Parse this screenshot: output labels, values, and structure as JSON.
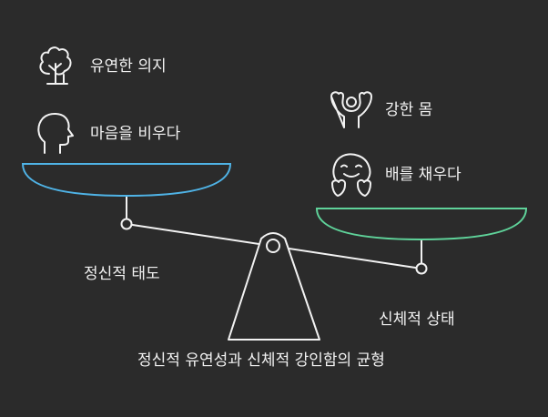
{
  "left_pan": {
    "items": [
      {
        "icon": "tree-icon",
        "label": "유연한 의지"
      },
      {
        "icon": "head-profile-icon",
        "label": "마음을 비우다"
      }
    ],
    "caption": "정신적 태도",
    "color": "#4fb3e6"
  },
  "right_pan": {
    "items": [
      {
        "icon": "flexing-arms-icon",
        "label": "강한 몸"
      },
      {
        "icon": "happy-face-icon",
        "label": "배를 채우다"
      }
    ],
    "caption": "신체적 상태",
    "color": "#5fd39a"
  },
  "title": "정신적 유연성과 신체적 강인함의 균형"
}
